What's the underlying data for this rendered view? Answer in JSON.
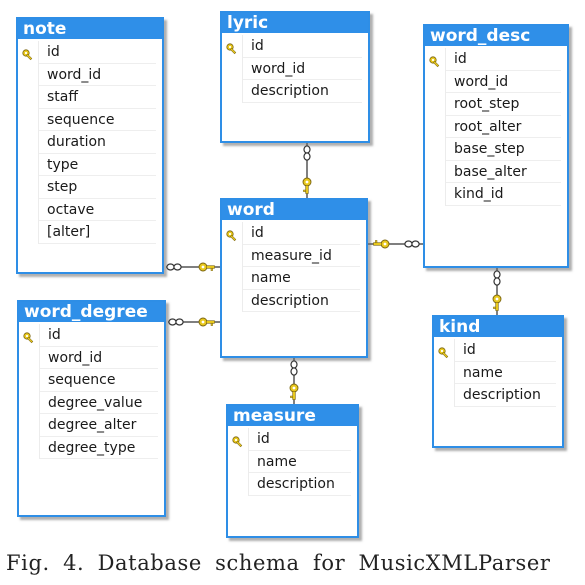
{
  "tables": [
    {
      "id": "note",
      "title": "note",
      "columns": [
        {
          "name": "id",
          "pk": true
        },
        {
          "name": "word_id",
          "pk": false
        },
        {
          "name": "staff",
          "pk": false
        },
        {
          "name": "sequence",
          "pk": false
        },
        {
          "name": "duration",
          "pk": false
        },
        {
          "name": "type",
          "pk": false
        },
        {
          "name": "step",
          "pk": false
        },
        {
          "name": "octave",
          "pk": false
        },
        {
          "name": "[alter]",
          "pk": false
        }
      ]
    },
    {
      "id": "lyric",
      "title": "lyric",
      "columns": [
        {
          "name": "id",
          "pk": true
        },
        {
          "name": "word_id",
          "pk": false
        },
        {
          "name": "description",
          "pk": false
        }
      ]
    },
    {
      "id": "word_desc",
      "title": "word_desc",
      "columns": [
        {
          "name": "id",
          "pk": true
        },
        {
          "name": "word_id",
          "pk": false
        },
        {
          "name": "root_step",
          "pk": false
        },
        {
          "name": "root_alter",
          "pk": false
        },
        {
          "name": "base_step",
          "pk": false
        },
        {
          "name": "base_alter",
          "pk": false
        },
        {
          "name": "kind_id",
          "pk": false
        }
      ]
    },
    {
      "id": "word",
      "title": "word",
      "columns": [
        {
          "name": "id",
          "pk": true
        },
        {
          "name": "measure_id",
          "pk": false
        },
        {
          "name": "name",
          "pk": false
        },
        {
          "name": "description",
          "pk": false
        }
      ]
    },
    {
      "id": "word_degree",
      "title": "word_degree",
      "columns": [
        {
          "name": "id",
          "pk": true
        },
        {
          "name": "word_id",
          "pk": false
        },
        {
          "name": "sequence",
          "pk": false
        },
        {
          "name": "degree_value",
          "pk": false
        },
        {
          "name": "degree_alter",
          "pk": false
        },
        {
          "name": "degree_type",
          "pk": false
        }
      ]
    },
    {
      "id": "kind",
      "title": "kind",
      "columns": [
        {
          "name": "id",
          "pk": true
        },
        {
          "name": "name",
          "pk": false
        },
        {
          "name": "description",
          "pk": false
        }
      ]
    },
    {
      "id": "measure",
      "title": "measure",
      "columns": [
        {
          "name": "id",
          "pk": true
        },
        {
          "name": "name",
          "pk": false
        },
        {
          "name": "description",
          "pk": false
        }
      ]
    }
  ],
  "relationships": [
    {
      "from": "note",
      "to": "word",
      "one_end": "word",
      "many_end": "note"
    },
    {
      "from": "word_degree",
      "to": "word",
      "one_end": "word",
      "many_end": "word_degree"
    },
    {
      "from": "lyric",
      "to": "word",
      "one_end": "word",
      "many_end": "lyric"
    },
    {
      "from": "word_desc",
      "to": "word",
      "one_end": "word",
      "many_end": "word_desc"
    },
    {
      "from": "kind",
      "to": "word_desc",
      "one_end": "kind",
      "many_end": "word_desc"
    },
    {
      "from": "measure",
      "to": "word",
      "one_end": "measure",
      "many_end": "word"
    }
  ],
  "colors": {
    "header": "#2f8fe8",
    "border": "#2e8ee6",
    "key": "#e8c81c",
    "link": "#555555"
  },
  "icons": {
    "primary_key": "key-icon",
    "one_end": "key-icon",
    "many_end": "infinity-icon"
  },
  "caption": "Fig. 4. Database schema for MusicXMLParser"
}
